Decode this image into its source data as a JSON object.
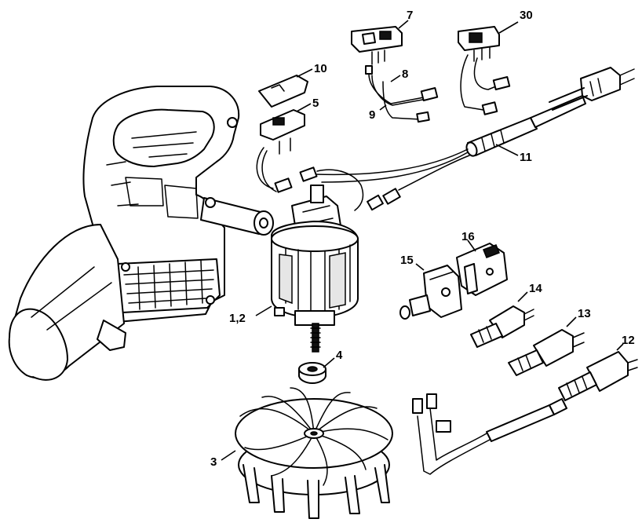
{
  "callouts": [
    {
      "id": "c7",
      "text": "7"
    },
    {
      "id": "c30",
      "text": "30"
    },
    {
      "id": "c8",
      "text": "8"
    },
    {
      "id": "c10",
      "text": "10"
    },
    {
      "id": "c5",
      "text": "5"
    },
    {
      "id": "c9",
      "text": "9"
    },
    {
      "id": "c11",
      "text": "11"
    },
    {
      "id": "c16",
      "text": "16"
    },
    {
      "id": "c15",
      "text": "15"
    },
    {
      "id": "c14",
      "text": "14"
    },
    {
      "id": "c13",
      "text": "13"
    },
    {
      "id": "c12",
      "text": "12"
    },
    {
      "id": "c12b",
      "text": "1,2"
    },
    {
      "id": "c4",
      "text": "4"
    },
    {
      "id": "c3",
      "text": "3"
    }
  ]
}
